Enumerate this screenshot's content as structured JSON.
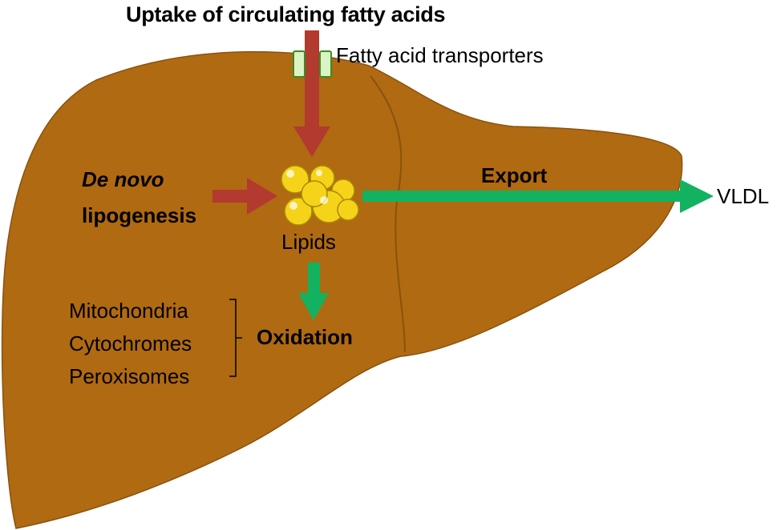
{
  "diagram": {
    "title": "Uptake of circulating fatty acids",
    "transporters_label": "Fatty acid transporters",
    "de_novo_label": "De novo",
    "lipogenesis_label": "lipogenesis",
    "lipids_label": "Lipids",
    "export_label": "Export",
    "vldl_label": "VLDL",
    "oxidation_label": "Oxidation",
    "organelles": [
      "Mitochondria",
      "Cytochromes",
      "Peroxisomes"
    ]
  },
  "colors": {
    "liver_fill": "#b06a12",
    "liver_stroke": "#8a520d",
    "input_arrow": "#b23a2e",
    "output_arrow": "#12b260",
    "lipid_fill": "#f5d319",
    "lipid_stroke": "#a88a08",
    "transporter_fill": "#d9f5c4",
    "transporter_stroke": "#3d8a25"
  }
}
